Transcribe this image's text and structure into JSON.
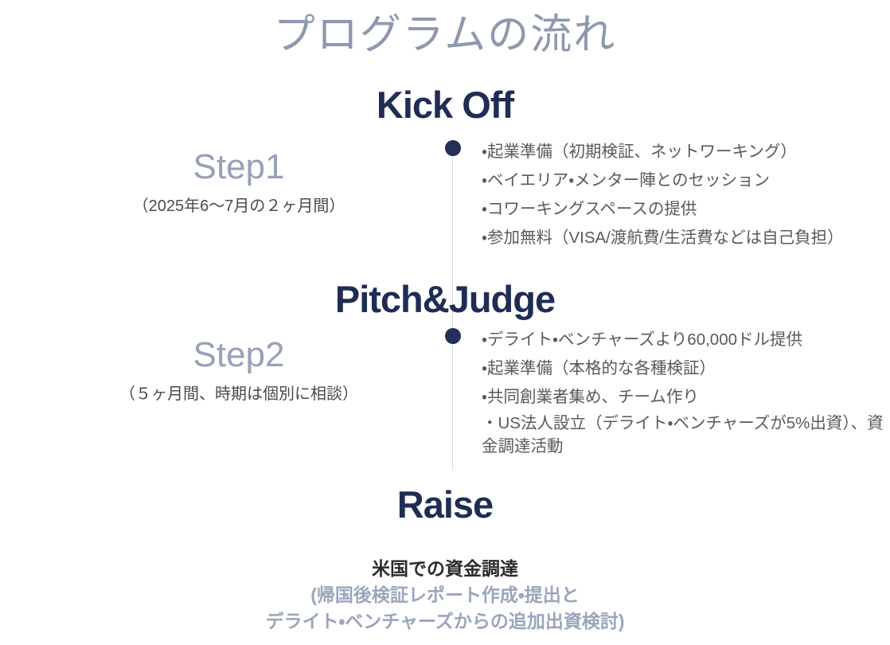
{
  "title": "プログラムの流れ",
  "colors": {
    "title": "#8e98ae",
    "heading_navy": "#1f2d55",
    "step_label": "#97a1b8",
    "body_text": "#595959",
    "summary_accent": "#9aa5bd",
    "timeline_line": "#d7d9de",
    "background": "#ffffff"
  },
  "stages": [
    {
      "heading": "Kick Off",
      "step_label": "Step1",
      "step_period": "（2025年6〜7月の２ヶ月間）",
      "bullets": [
        "・起業準備（初期検証、ネットワーキング）",
        "・ベイエリア・メンター陣とのセッション",
        "・コワーキングスペースの提供",
        "・参加無料（VISA/渡航費/生活費などは自己負担）"
      ]
    },
    {
      "heading": "Pitch&Judge",
      "step_label": "Step2",
      "step_period": "（５ヶ月間、時期は個別に相談）",
      "bullets": [
        "・デライト・ベンチャーズより60,000ドル提供",
        "・起業準備（本格的な各種検証）",
        "・共同創業者集め、チーム作り",
        "・US法人設立（デライト・ベンチャーズが5%出資）、資金調達活動"
      ]
    },
    {
      "heading": "Raise"
    }
  ],
  "summary": {
    "main": "米国での資金調達",
    "sub_line1": "(帰国後検証レポート作成・提出と",
    "sub_line2": "デライト・ベンチャーズからの追加出資検討)"
  }
}
